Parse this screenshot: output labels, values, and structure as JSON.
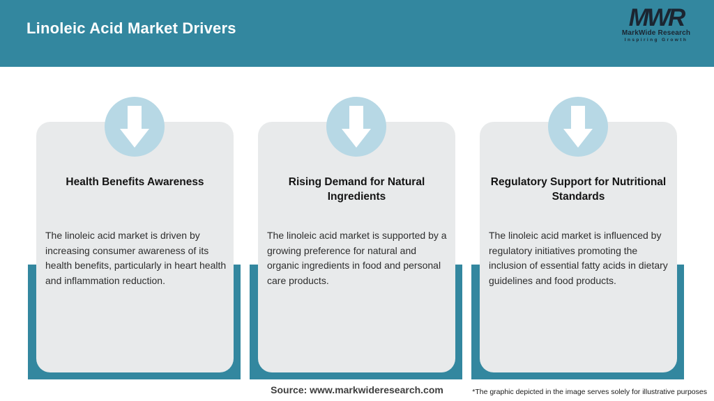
{
  "header": {
    "title": "Linoleic Acid Market Drivers",
    "logo": {
      "acronym": "MWR",
      "name": "MarkWide Research",
      "tagline": "Inspiring Growth"
    }
  },
  "cards": [
    {
      "icon": "arrow-down-icon",
      "heading": "Health Benefits Awareness",
      "body": "The linoleic acid market is driven by increasing consumer awareness of its health benefits, particularly in heart health and inflammation reduction."
    },
    {
      "icon": "arrow-down-icon",
      "heading": "Rising Demand for Natural Ingredients",
      "body": "The linoleic acid market is supported by a growing preference for natural and organic ingredients in food and personal care products."
    },
    {
      "icon": "arrow-down-icon",
      "heading": "Regulatory Support for Nutritional Standards",
      "body": "The linoleic acid market is influenced by regulatory initiatives promoting the inclusion of essential fatty acids in dietary guidelines and food products."
    }
  ],
  "footer": {
    "source": "Source: www.markwideresearch.com",
    "disclaimer": "*The graphic depicted in the image serves solely for illustrative purposes"
  },
  "colors": {
    "header_teal": "#33879f",
    "tray_teal": "#33879f",
    "card_gray": "#e8eaeb",
    "circle_blue": "#b7d8e5",
    "logo_navy": "#1b2531",
    "title_white": "#ffffff"
  }
}
